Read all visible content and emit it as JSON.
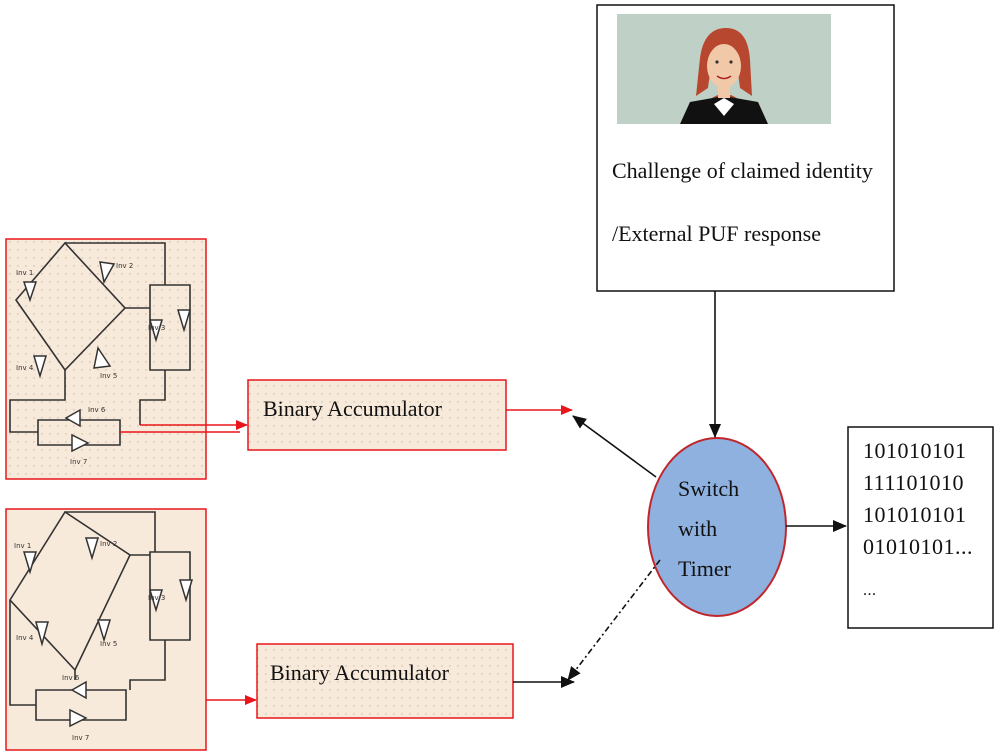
{
  "identity_box": {
    "line1": "Challenge of claimed identity",
    "line2": "/External PUF response",
    "portrait": "woman-portrait"
  },
  "accumulator_top": {
    "label": "Binary Accumulator"
  },
  "accumulator_bottom": {
    "label": "Binary Accumulator"
  },
  "switch": {
    "line1": "Switch",
    "line2": "with",
    "line3": "Timer"
  },
  "output": {
    "lines": [
      "101010101",
      "111101010",
      "101010101",
      "01010101...",
      "..."
    ]
  },
  "circuit_top": {
    "inverters": [
      "Inv 1",
      "Inv 2",
      "Inv 3",
      "Inv 4",
      "Inv 5",
      "Inv 6",
      "Inv 7"
    ]
  },
  "circuit_bottom": {
    "inverters": [
      "Inv 1",
      "Inv 2",
      "Inv 3",
      "Inv 4",
      "Inv 5",
      "Inv 6",
      "Inv 7"
    ]
  },
  "colors": {
    "circuit_bg": "#f8eadb",
    "accumulator_bg": "#f8eadb",
    "switch_fill": "#8eb1e0",
    "switch_stroke": "#c0262b",
    "red_arrow": "#e8161b",
    "black": "#111111",
    "portrait_bg": "#bfd1c6"
  }
}
